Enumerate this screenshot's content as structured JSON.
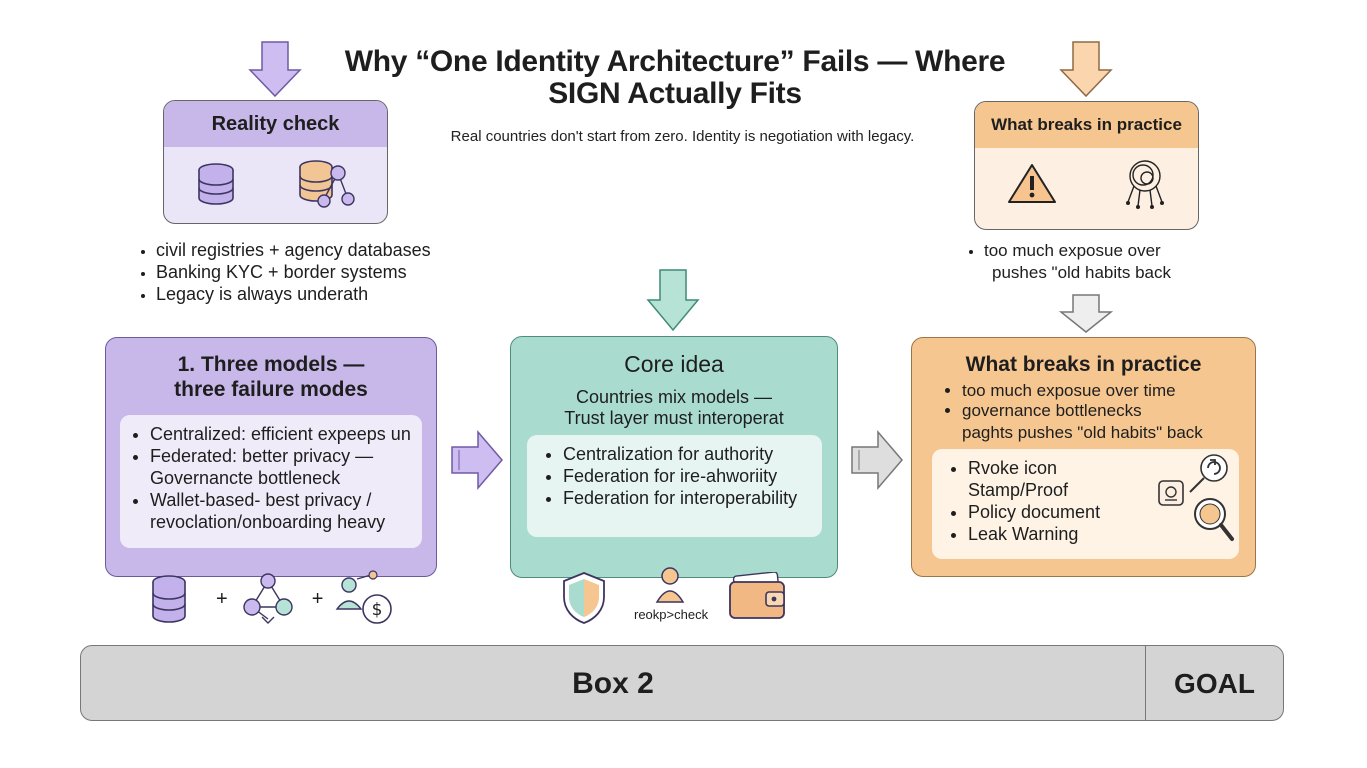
{
  "title_line1": "Why “One Identity Architecture” Fails — Where",
  "title_line2": "SIGN Actually Fits",
  "subtitle": "Real countries don't start from zero. Identity is negotiation with legacy.",
  "reality": {
    "header": "Reality check",
    "icons": [
      "database-icon",
      "networked-database-icon"
    ],
    "bullets": [
      "civil registries + agency databases",
      "Banking KYC + border systems",
      "Legacy is always underath"
    ]
  },
  "breaks_top": {
    "header": "What breaks in practice",
    "icons": [
      "warning-icon",
      "tangled-wires-icon"
    ],
    "bullets": [
      "too much exposue over",
      "pushes \"old habits back"
    ]
  },
  "models": {
    "header_line1": "1. Three models —",
    "header_line2": "three failure modes",
    "bullets": [
      "Centralized: efficient expeeps un",
      "Federated: better privacy —",
      "Governancte bottleneck",
      "Wallet-based- best privacy /",
      "revoclation/onboarding heavy"
    ],
    "icons": [
      "database-icon",
      "network-nodes-icon",
      "user-money-icon"
    ],
    "plus": "+"
  },
  "core": {
    "header": "Core idea",
    "sub_line1": "Countries mix models —",
    "sub_line2": "Trust layer must interoperat",
    "bullets": [
      "Centralization for authority",
      "Federation for ire-ahworiity",
      "Federation for interoperability"
    ],
    "icons": [
      "shield-icon",
      "person-icon",
      "wallet-icon"
    ],
    "icon_label": "reokp>check"
  },
  "breaks_main": {
    "header": "What breaks in practice",
    "bullets": [
      "too much exposue over time",
      "governance bottlenecks"
    ],
    "extra_line": "paghts pushes \"old habits\" back",
    "inner": [
      "Rvoke icon",
      "Stamp/Proof",
      "Policy document",
      "Leak Warning"
    ],
    "inner_first_no_bullet": true,
    "icons": [
      "revoke-icon",
      "stamp-icon",
      "magnifier-icon"
    ]
  },
  "bottom": {
    "main": "Box 2",
    "goal": "GOAL"
  },
  "colors": {
    "purple": "#c8b8ea",
    "purple_light": "#ebe5f8",
    "teal": "#a9dccf",
    "orange": "#f6c690",
    "orange_light": "#fdf0e3",
    "gray": "#d4d4d4"
  }
}
